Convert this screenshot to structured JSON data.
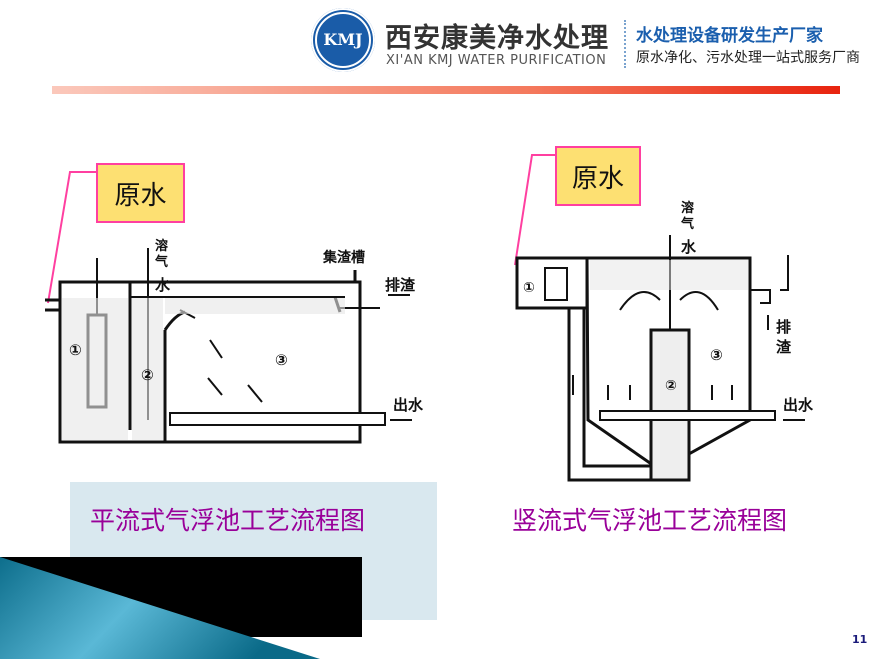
{
  "header": {
    "logo_text": "KMJ",
    "company_name": "西安康美净水处理",
    "company_name_en": "XI'AN KMJ WATER PURIFICATION",
    "slogan_1": "水处理设备研发生产厂家",
    "slogan_2": "原水净化、污水处理一站式服务厂商"
  },
  "left_diagram": {
    "raw_water_label": "原水",
    "dissolved_air_water": [
      "溶",
      "气",
      "水"
    ],
    "slag_trough": "集渣槽",
    "slag_discharge": "排渣",
    "outlet": "出水",
    "markers": [
      "①",
      "②",
      "③"
    ],
    "caption": "平流式气浮池工艺流程图"
  },
  "right_diagram": {
    "raw_water_label": "原水",
    "dissolved_air_water": [
      "溶",
      "气",
      "水"
    ],
    "slag_discharge": [
      "排",
      "渣"
    ],
    "outlet": "出水",
    "markers": [
      "①",
      "②",
      "③"
    ],
    "caption": "竖流式气浮池工艺流程图"
  },
  "colors": {
    "brand_blue": "#1a5ca8",
    "caption_purple": "#990099",
    "callout_pink": "#ff3fa0",
    "callout_fill": "#fde072"
  },
  "page_number": "11"
}
